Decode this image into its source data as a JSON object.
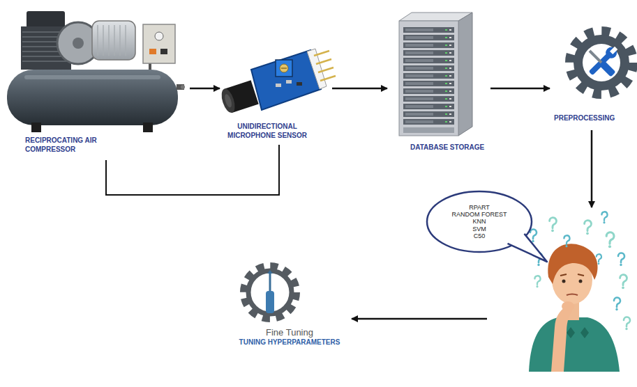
{
  "diagram": {
    "nodes": [
      {
        "text": [
          "RECIPROCATING AIR COMPRESSOR"
        ]
      },
      {
        "text": [
          "UNIDIRECTIONAL MICROPHONE SENSOR"
        ]
      },
      {
        "text": [
          "DATABASE STORAGE"
        ]
      },
      {
        "text": [
          "PREPROCESSING"
        ]
      },
      {
        "text": [
          "RPART",
          "RANDOM FOREST",
          "KNN",
          "SVM",
          "C50"
        ]
      },
      {
        "text": [
          "Fine Tuning",
          "TUNING HYPERPARAMETERS"
        ]
      }
    ],
    "edges": [
      {
        "from": 0,
        "to": 1,
        "arrow": "to"
      },
      {
        "from": 1,
        "to": 2,
        "arrow": "to"
      },
      {
        "from": 2,
        "to": 3,
        "arrow": "to"
      },
      {
        "from": 3,
        "to": 4,
        "arrow": "to"
      },
      {
        "from": 4,
        "to": 5,
        "arrow": "to"
      },
      {
        "from": 0,
        "to": 1,
        "arrow": "none"
      }
    ]
  }
}
